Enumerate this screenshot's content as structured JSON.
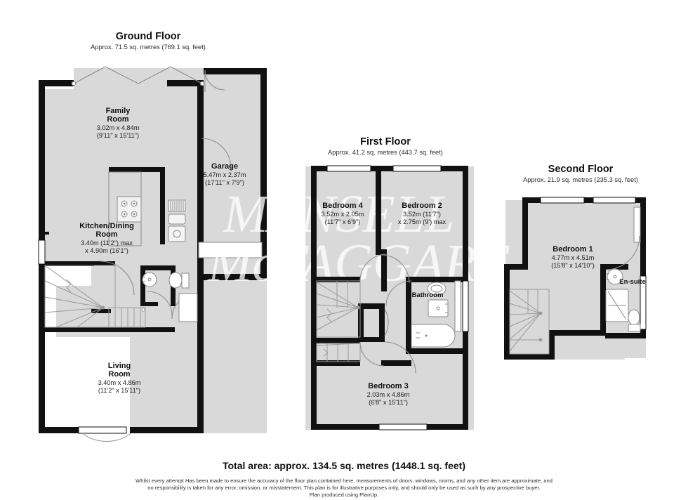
{
  "document": {
    "kind": "property-floor-plan",
    "watermark": {
      "line1": "MANSELL",
      "line2": "McTAGGART"
    },
    "colors": {
      "floor_fill": "#d9d9d9",
      "wall": "#111111",
      "page_bg": "#ffffff",
      "text": "#111111",
      "fixture_line": "#8a8a8a"
    }
  },
  "floors": [
    {
      "id": "ground",
      "title": "Ground Floor",
      "area": "Approx. 71.5 sq. metres (769.1 sq. feet)",
      "rooms": [
        {
          "id": "family-room",
          "name_line1": "Family",
          "name_line2": "Room",
          "dim_metric": "3.02m x 4.84m",
          "dim_imperial": "(9'11\" x 15'11\")"
        },
        {
          "id": "garage",
          "name_line1": "Garage",
          "name_line2": "",
          "dim_metric": "5.47m x 2.37m",
          "dim_imperial": "(17'11\" x 7'9\")"
        },
        {
          "id": "kitchen-dining-room",
          "name_line1": "Kitchen/Dining",
          "name_line2": "Room",
          "dim_metric": "3.40m (11'2\") max",
          "dim_imperial": "x 4.90m (16'1\")"
        },
        {
          "id": "living-room",
          "name_line1": "Living",
          "name_line2": "Room",
          "dim_metric": "3.40m x 4.86m",
          "dim_imperial": "(11'2\" x 15'11\")"
        }
      ]
    },
    {
      "id": "first",
      "title": "First Floor",
      "area": "Approx. 41.2 sq. metres (443.7 sq. feet)",
      "rooms": [
        {
          "id": "bedroom-4",
          "name_line1": "Bedroom 4",
          "name_line2": "",
          "dim_metric": "3.52m x 2.05m",
          "dim_imperial": "(11'7\" x 6'9\")"
        },
        {
          "id": "bedroom-2",
          "name_line1": "Bedroom 2",
          "name_line2": "",
          "dim_metric": "3.52m (11'7\")",
          "dim_imperial": "x 2.75m (9') max"
        },
        {
          "id": "bedroom-3",
          "name_line1": "Bedroom 3",
          "name_line2": "",
          "dim_metric": "2.03m x 4.86m",
          "dim_imperial": "(6'8\" x 15'11\")"
        },
        {
          "id": "bathroom",
          "name_line1": "Bathroom",
          "name_line2": "",
          "dim_metric": "",
          "dim_imperial": ""
        }
      ]
    },
    {
      "id": "second",
      "title": "Second Floor",
      "area": "Approx. 21.9 sq. metres (235.3 sq. feet)",
      "rooms": [
        {
          "id": "bedroom-1",
          "name_line1": "Bedroom 1",
          "name_line2": "",
          "dim_metric": "4.77m x 4.51m",
          "dim_imperial": "(15'8\" x 14'10\")"
        },
        {
          "id": "en-suite",
          "name_line1": "En-suite",
          "name_line2": "",
          "dim_metric": "",
          "dim_imperial": ""
        }
      ]
    }
  ],
  "footer": {
    "total_area": "Total area: approx. 134.5 sq. metres (1448.1 sq. feet)",
    "disclaimer_line1": "Whilst every attempt Has been made to ensure the accuracy of the floor plan contained here, measurements of doors, windows, rooms, and any other item are approximate, and",
    "disclaimer_line2": "no responsibility is taken for any error, omission, or misstatement. This plan is for illustrative purposes only, and should only be used as such by any prospective buyer.",
    "disclaimer_line3": "Plan produced using PlanUp."
  }
}
